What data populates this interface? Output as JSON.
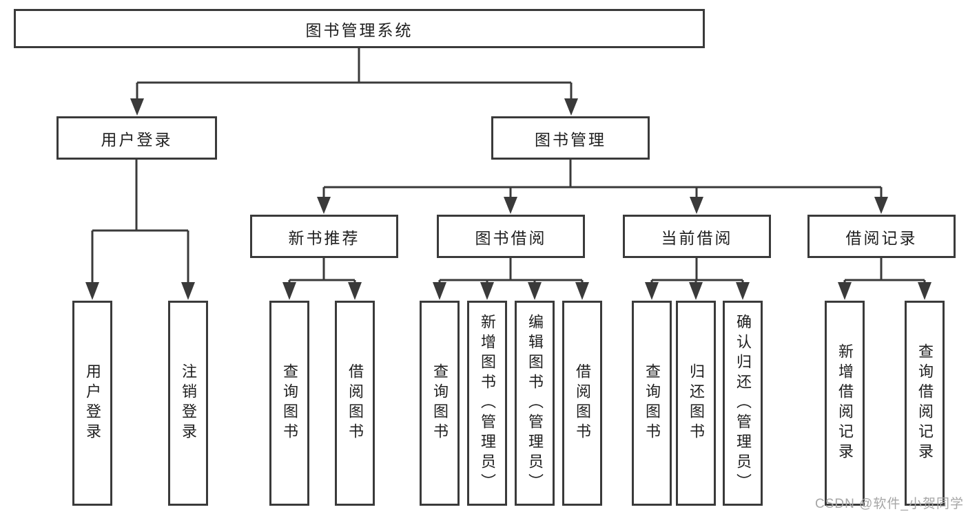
{
  "tree": {
    "root": {
      "label": "图书管理系统",
      "children": [
        {
          "label": "用户登录",
          "children": [
            {
              "label": "用户登录"
            },
            {
              "label": "注销登录"
            }
          ]
        },
        {
          "label": "图书管理",
          "children": [
            {
              "label": "新书推荐",
              "children": [
                {
                  "label": "查询图书"
                },
                {
                  "label": "借阅图书"
                }
              ]
            },
            {
              "label": "图书借阅",
              "children": [
                {
                  "label": "查询图书"
                },
                {
                  "label": "新增图书（管理员）"
                },
                {
                  "label": "编辑图书（管理员）"
                },
                {
                  "label": "借阅图书"
                }
              ]
            },
            {
              "label": "当前借阅",
              "children": [
                {
                  "label": "查询图书"
                },
                {
                  "label": "归还图书"
                },
                {
                  "label": "确认归还（管理员）"
                }
              ]
            },
            {
              "label": "借阅记录",
              "children": [
                {
                  "label": "新增借阅记录"
                },
                {
                  "label": "查询借阅记录"
                }
              ]
            }
          ]
        }
      ]
    }
  },
  "watermark": {
    "text": "CSDN @软件_小贺同学"
  },
  "colors": {
    "line": "#3a3a3a",
    "box_border": "#3a3a3a",
    "text": "#1f1f1f",
    "watermark": "#a6a6a6",
    "background": "#ffffff"
  }
}
